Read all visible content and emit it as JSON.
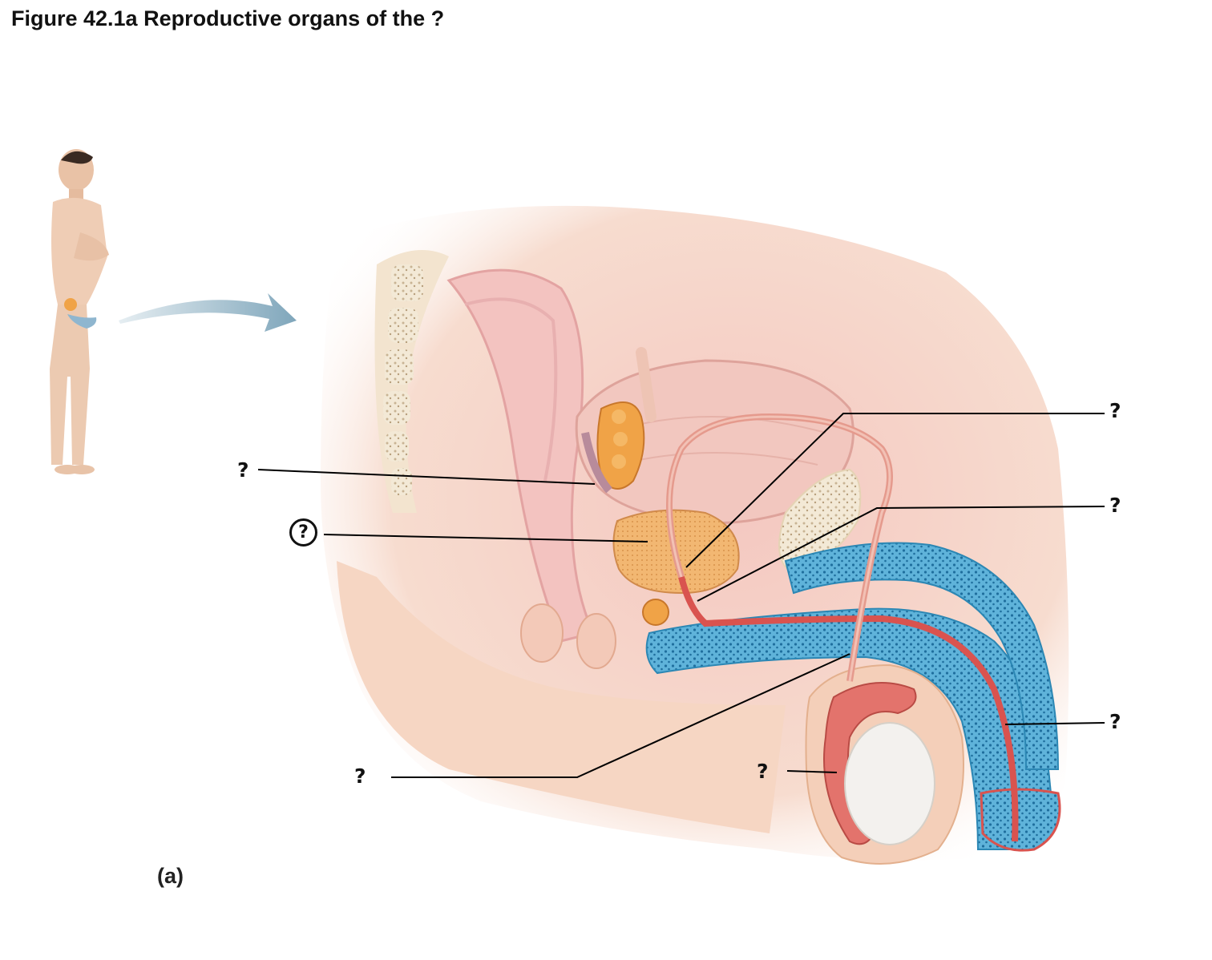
{
  "figure": {
    "title": "Figure 42.1a  Reproductive organs of the ?",
    "panel": "(a)"
  },
  "labels": [
    {
      "id": "label-ejaculatory-duct",
      "text": "?"
    },
    {
      "id": "label-vas-deferens-mid",
      "text": "?"
    },
    {
      "id": "label-urethra",
      "text": "?"
    },
    {
      "id": "label-seminal-vesicle",
      "text": "?"
    },
    {
      "id": "label-circled",
      "text": "?",
      "circled": true
    },
    {
      "id": "label-vas-deferens-low",
      "text": "?"
    },
    {
      "id": "label-epididymis",
      "text": "?"
    }
  ],
  "colors": {
    "skin": "#f6d9c6",
    "tissue_pink": "#f2c2bd",
    "bone": "#efe3cc",
    "erectile_blue": "#3c9cc8",
    "duct": "#e59a8d",
    "urethra_red": "#d9534f",
    "gland_orange": "#f0a347",
    "testis": "#f3f1ee",
    "arrow": "#8fb3c6"
  }
}
